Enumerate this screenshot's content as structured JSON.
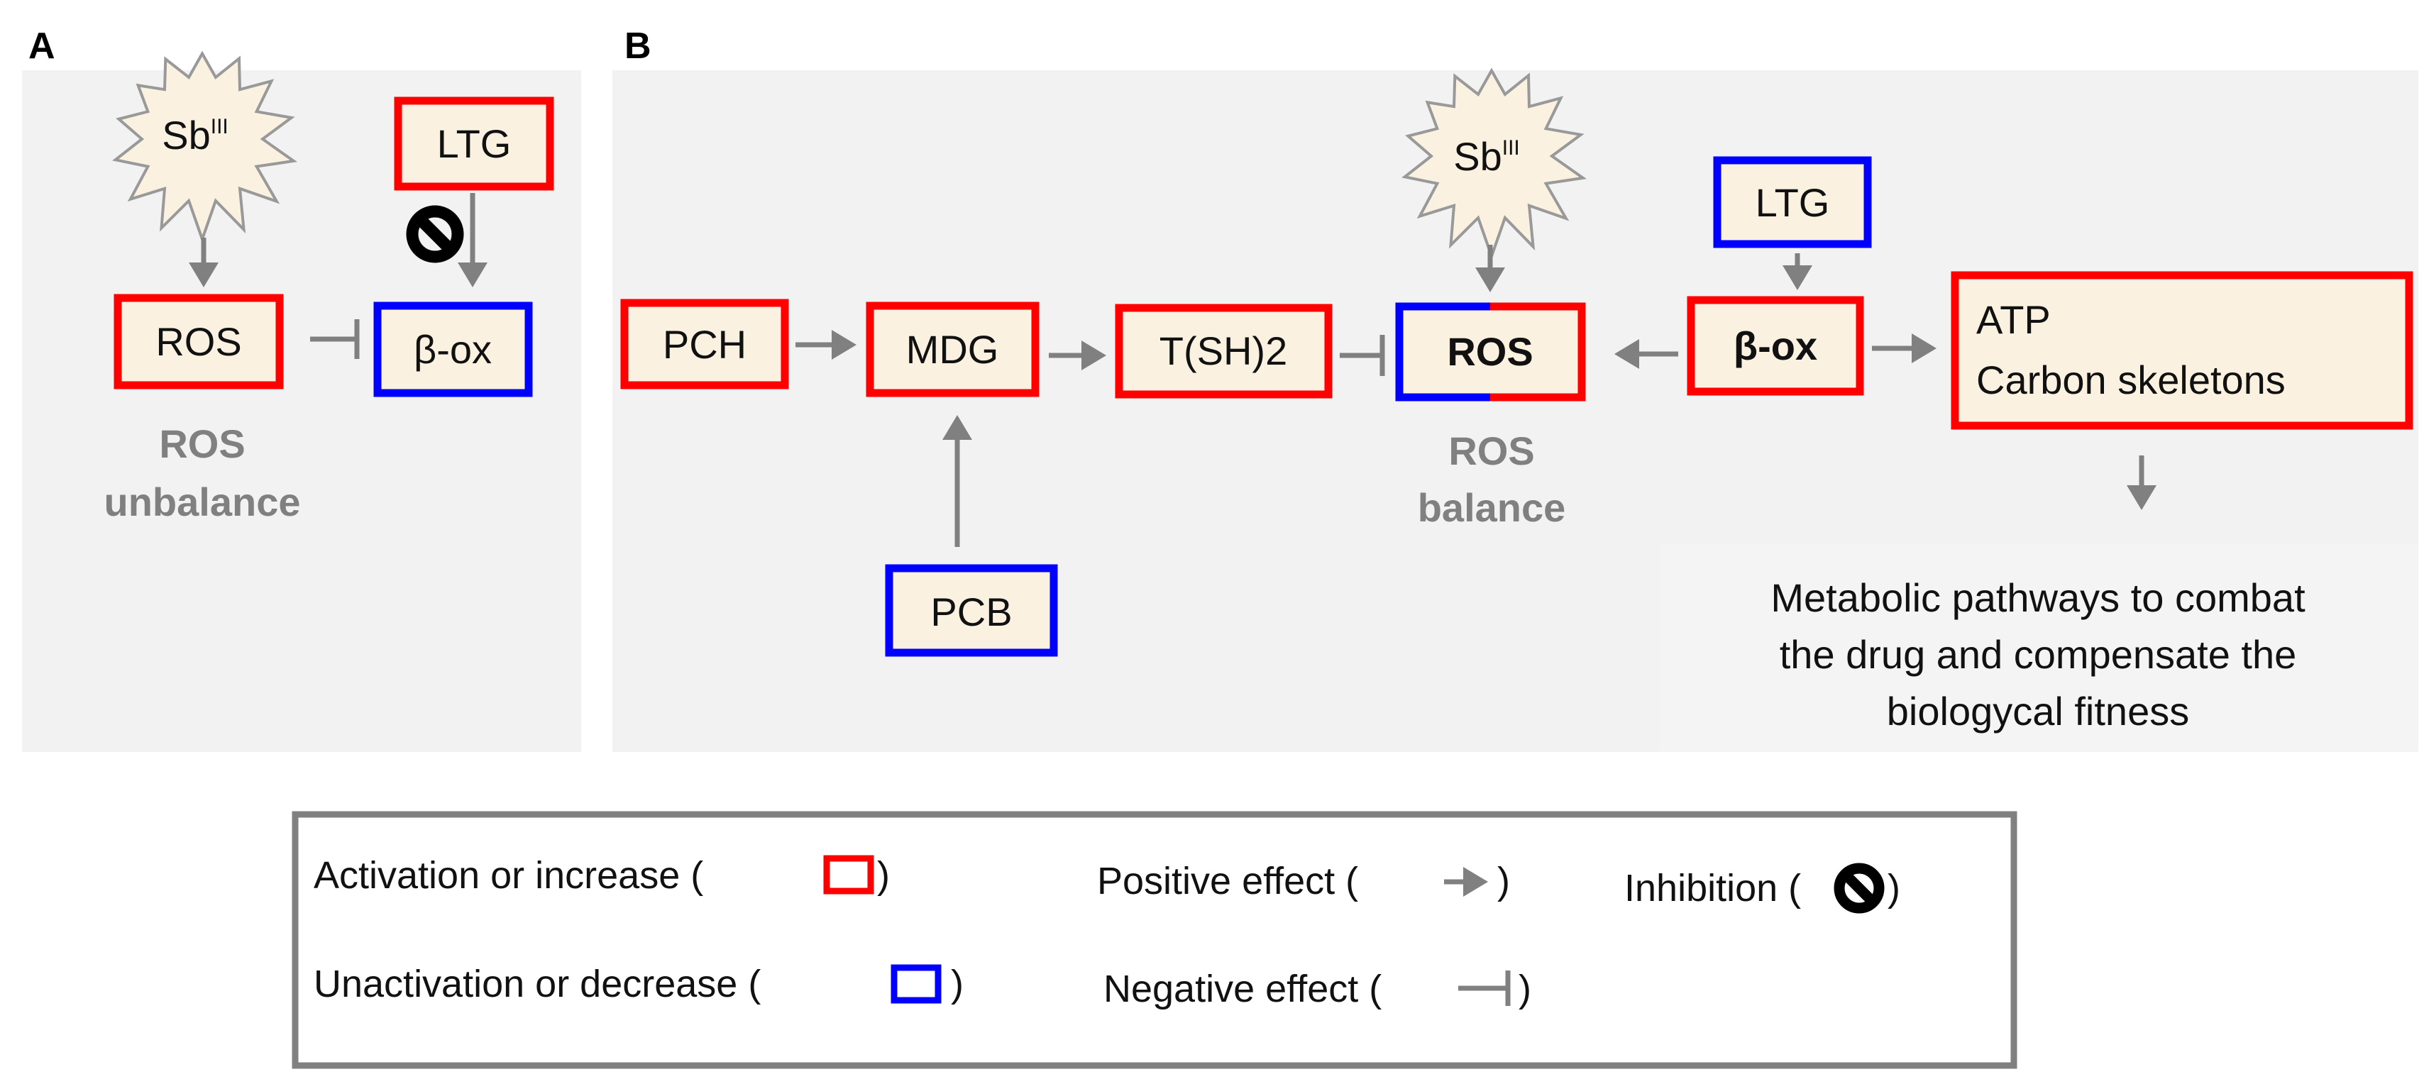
{
  "panels": {
    "a": {
      "label": "A",
      "drug": {
        "base": "Sb",
        "sup": "III"
      },
      "ltg": "LTG",
      "ros": "ROS",
      "box": "β-ox",
      "state": [
        "ROS",
        "unbalance"
      ]
    },
    "b": {
      "label": "B",
      "pch": "PCH",
      "mdg": "MDG",
      "tsh": "T(SH)2",
      "ros": "ROS",
      "pcb": "PCB",
      "drug": {
        "base": "Sb",
        "sup": "III"
      },
      "ltg": "LTG",
      "box": "β-ox",
      "atp": [
        "ATP",
        "Carbon skeletons"
      ],
      "state": [
        "ROS",
        "balance"
      ],
      "outcome": [
        "Metabolic pathways to combat",
        "the drug and compensate the",
        "biologycal fitness"
      ]
    }
  },
  "legend": {
    "activation": {
      "text": "Activation or increase (",
      "close": ")"
    },
    "unactivation": {
      "text": "Unactivation or decrease (",
      "close": ")"
    },
    "positive": {
      "text": "Positive effect (",
      "close": ")"
    },
    "negative": {
      "text": "Negative effect (",
      "close": ")"
    },
    "inhibition": {
      "text": "Inhibition (",
      "close": ")"
    }
  },
  "colors": {
    "increase": "#ff0000",
    "decrease": "#0000ff",
    "effect_arrow": "#808080",
    "box_fill": "#fbf1e1",
    "panel_bg": "#f2f2f2"
  },
  "icons": {
    "inhibition": "ban-icon"
  }
}
